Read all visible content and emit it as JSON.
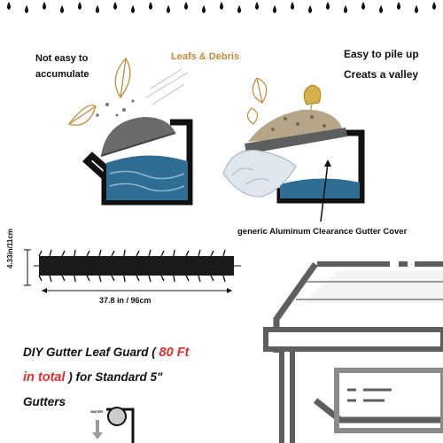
{
  "captions": {
    "left_line1": "Not easy to",
    "left_line2": "accumulate",
    "leafs": "Leafs & Debris",
    "right_line1": "Easy to pile up",
    "right_line2": "Creats a valley",
    "aluminum": "generic Aluminum Clearance Gutter Cover"
  },
  "dimensions": {
    "width": "37.8 in / 96cm",
    "height": "4.33in/11cm"
  },
  "title": {
    "part1": "DIY Gutter Leaf Guard ( ",
    "highlight1": "80 Ft",
    "highlight2": "in total",
    "part2": " ) for Standard 5\"",
    "part3": "Gutters"
  },
  "small_icon_label": "WATER",
  "colors": {
    "accent_red": "#e02b2b",
    "leaf_brown": "#c48a3a",
    "water_blue": "#2f6d94",
    "brush_black": "#1a1a1a",
    "gutter_gray": "#6e6e6e"
  }
}
